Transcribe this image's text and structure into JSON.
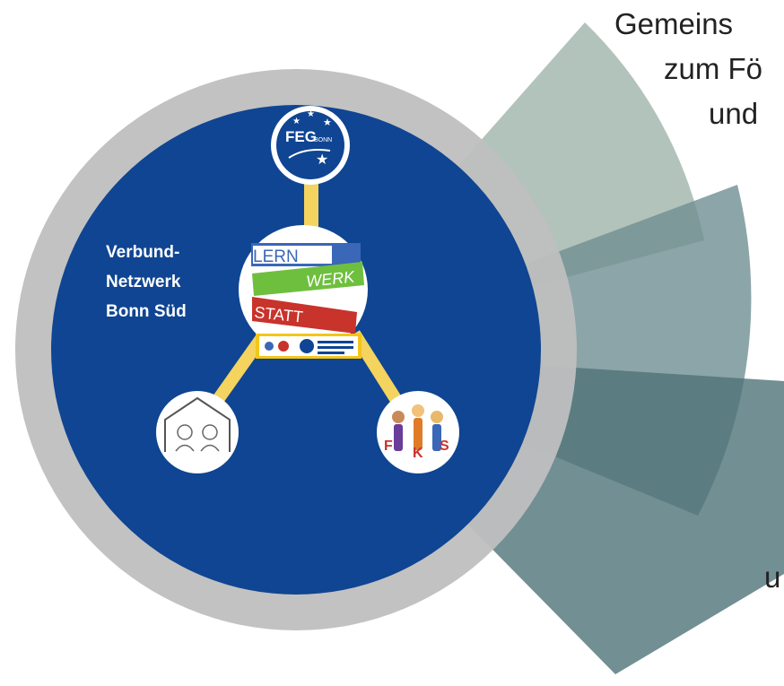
{
  "network": {
    "label_lines": [
      "Verbund-",
      "Netzwerk",
      "Bonn Süd"
    ]
  },
  "feg_logo": {
    "text_main": "FEG",
    "text_sub": "BONN"
  },
  "lernwerkstatt_logo": {
    "word1": "LERN",
    "word2": "WERK",
    "word3": "STATT",
    "colors": {
      "lern": "#3a67b8",
      "werk": "#6fbf3f",
      "statt": "#c8332b",
      "banner": "#f3c61a"
    }
  },
  "fks_logo": {
    "letters": [
      "F",
      "K",
      "S"
    ]
  },
  "right_texts": {
    "line1": "Gemeins",
    "line2": "zum Fö",
    "line3": "und",
    "line4": "u"
  },
  "colors": {
    "circle_blue": "#0f4592",
    "ring_grey": "#bfbfbf",
    "connector": "#f4d35e",
    "fan1": "#9fb4aa",
    "fan2": "#6f8f92",
    "fan3": "#4f7378"
  }
}
